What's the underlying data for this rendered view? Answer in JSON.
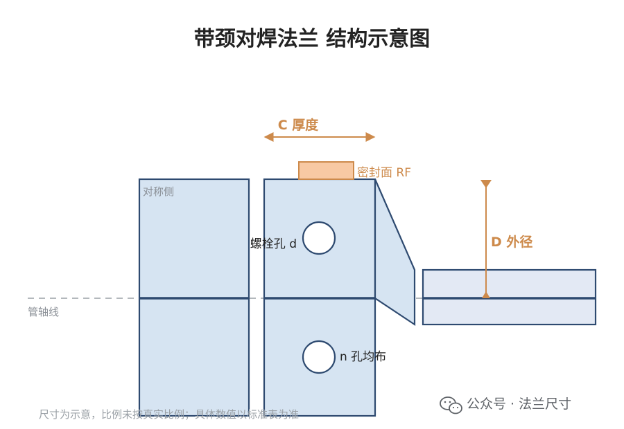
{
  "title": "带颈对焊法兰 结构示意图",
  "labels": {
    "thickness": "C 厚度",
    "raised_face": "密封面 RF",
    "symmetric_side": "对称侧",
    "bolt_hole": "螺栓孔 d",
    "outer_diameter": "D 外径",
    "pipe_axis": "管轴线",
    "holes_distribution": "n 孔均布"
  },
  "footnote": "尺寸为示意，比例未按真实比例；具体数值以标准表为准",
  "watermark": {
    "text": "公众号 · 法兰尺寸",
    "icon": "wechat-icon"
  },
  "colors": {
    "fill": "#d6e4f2",
    "stroke": "#2e4a70",
    "accent": "#cd8a4b",
    "raised_face_fill": "#f8c9a3",
    "pipe_fill": "#e3e9f4",
    "axis_line": "#9aa0a6"
  }
}
